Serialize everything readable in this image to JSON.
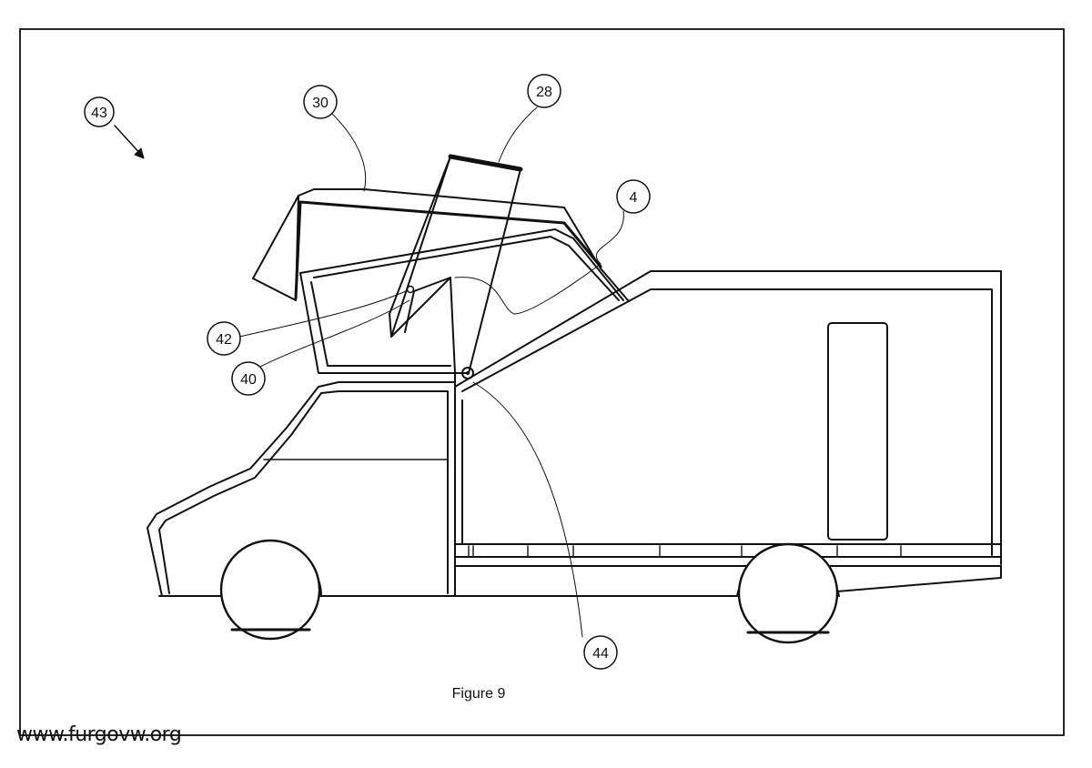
{
  "figure": {
    "caption": "Figure 9",
    "callouts": [
      {
        "id": "callout-43",
        "label": "43"
      },
      {
        "id": "callout-30",
        "label": "30"
      },
      {
        "id": "callout-28",
        "label": "28"
      },
      {
        "id": "callout-4",
        "label": "4"
      },
      {
        "id": "callout-42",
        "label": "42"
      },
      {
        "id": "callout-40",
        "label": "40"
      },
      {
        "id": "callout-44",
        "label": "44"
      }
    ]
  },
  "watermark": {
    "text": "www.furgovw.org"
  }
}
